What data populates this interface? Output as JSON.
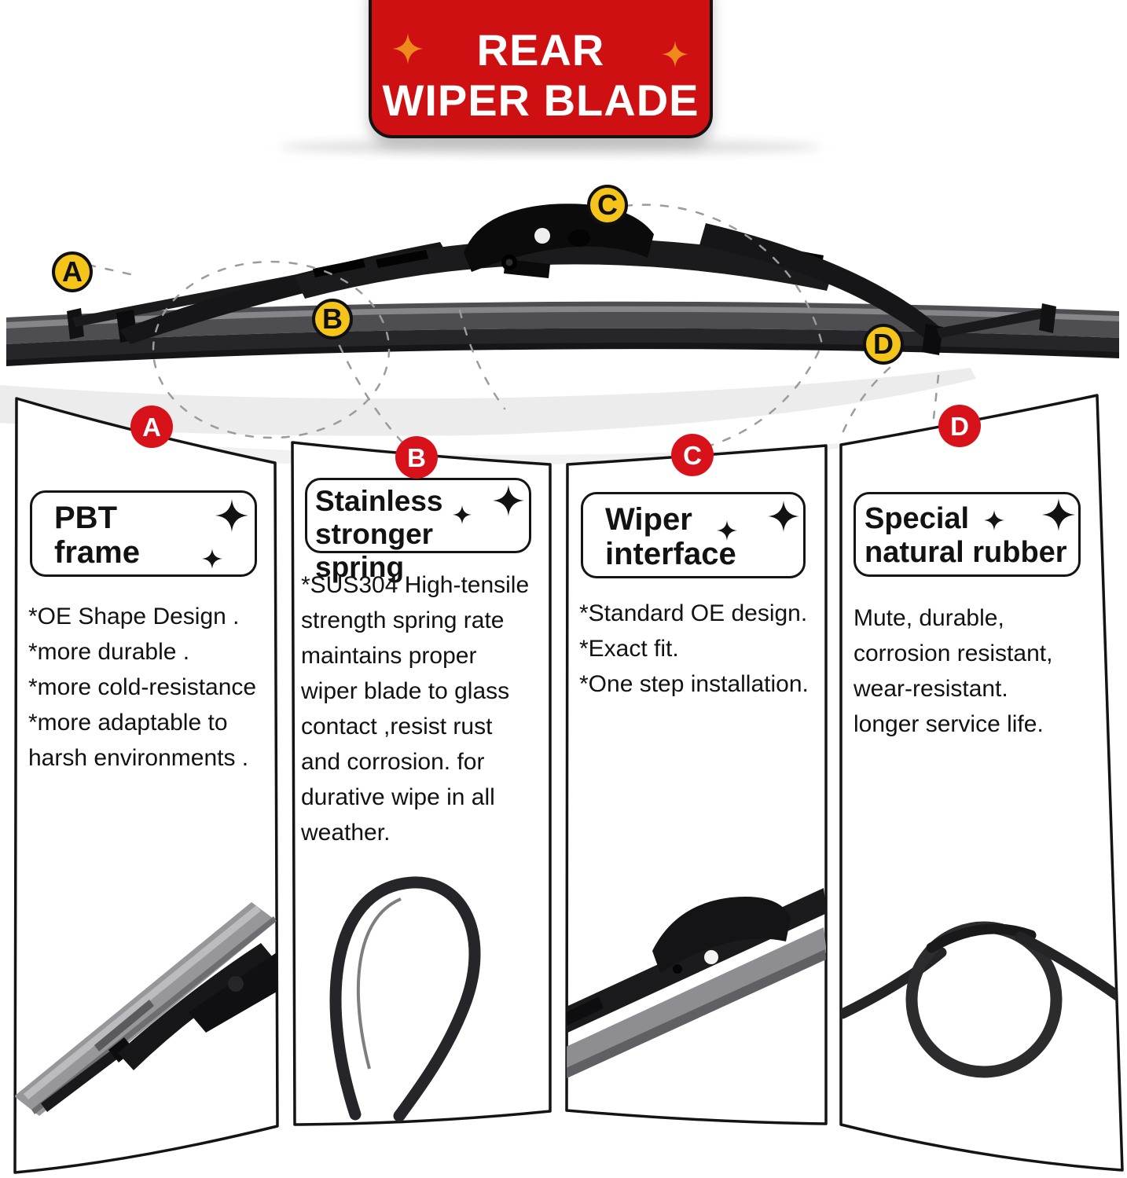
{
  "banner": {
    "line1": "REAR",
    "line2": "WIPER BLADE"
  },
  "colors": {
    "banner_red": "#cf1013",
    "badge_red": "#d8121a",
    "badge_yellow": "#f5c41a",
    "sparkle_orange": "#ee8a1c",
    "dash_gray": "#9b9b9b",
    "ink": "#121212"
  },
  "icons": {
    "sparkle_icon": "four-pointed-star"
  },
  "panels": [
    {
      "letter": "A",
      "title_line1": "PBT",
      "title_line2": "frame",
      "body": "*OE Shape Design .\n*more durable .\n*more cold-resistance\n*more adaptable to\nharsh environments .",
      "photo": "wiper-frame-end-photo"
    },
    {
      "letter": "B",
      "title_line1": "Stainless",
      "title_line2": "stronger spring",
      "body": "*SUS304 High-tensile\nstrength spring rate\nmaintains proper\nwiper blade to glass\ncontact ,resist rust\nand corrosion. for\ndurative wipe in all\nweather.",
      "photo": "spring-steel-loop-photo"
    },
    {
      "letter": "C",
      "title_line1": "Wiper",
      "title_line2": "interface",
      "body": "*Standard OE design.\n*Exact fit.\n*One step installation.",
      "photo": "wiper-interface-photo"
    },
    {
      "letter": "D",
      "title_line1": "Special",
      "title_line2": "natural rubber",
      "body": "Mute, durable,\ncorrosion resistant,\nwear-resistant.\nlonger service life.",
      "photo": "rubber-coil-photo"
    }
  ]
}
